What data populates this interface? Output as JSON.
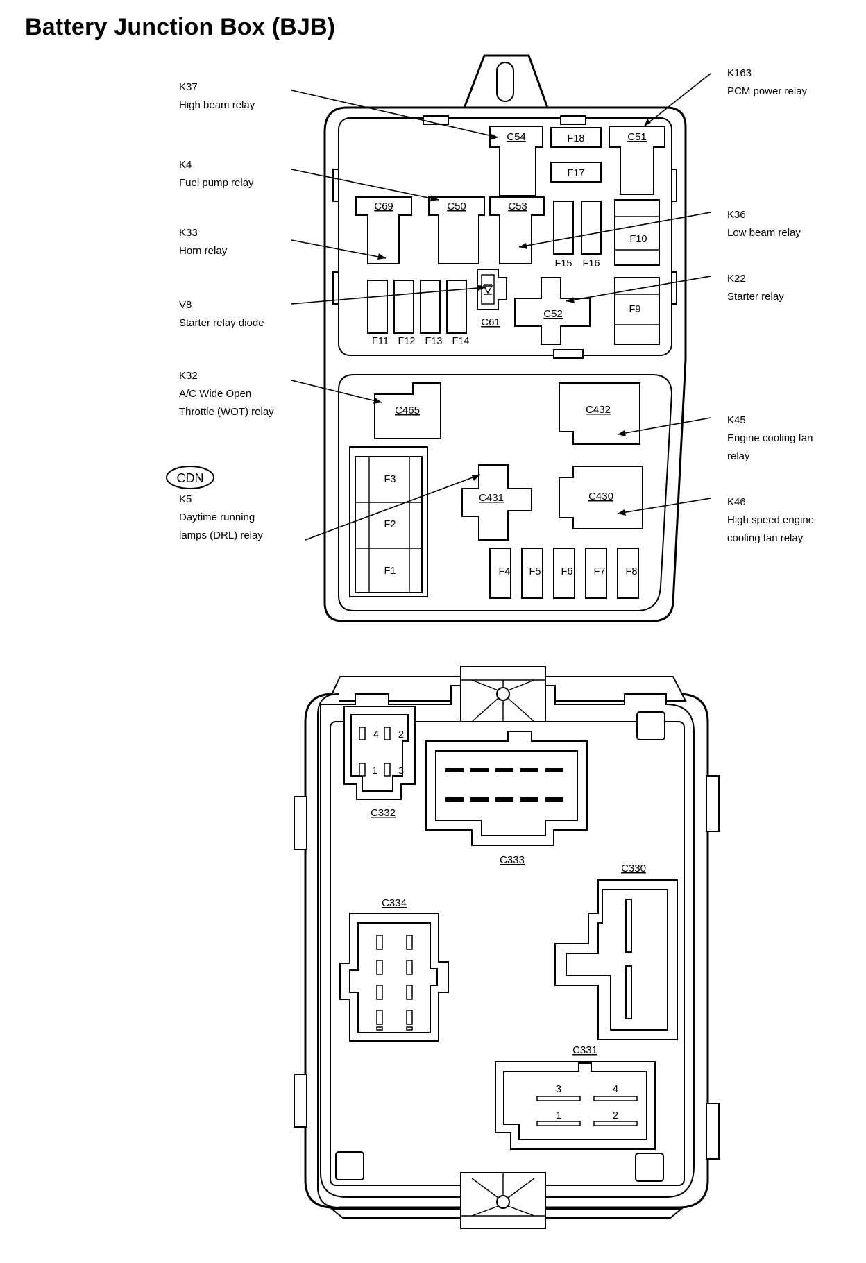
{
  "title": "Battery Junction Box (BJB)",
  "callouts": {
    "k37": {
      "code": "K37",
      "desc": "High beam relay"
    },
    "k4": {
      "code": "K4",
      "desc": "Fuel pump relay"
    },
    "k33": {
      "code": "K33",
      "desc": "Horn relay"
    },
    "v8": {
      "code": "V8",
      "desc": "Starter relay diode"
    },
    "k32": {
      "code": "K32",
      "line1": "A/C Wide Open",
      "line2": "Throttle (WOT) relay"
    },
    "cdn": "CDN",
    "k5": {
      "code": "K5",
      "line1": "Daytime running",
      "line2": "lamps (DRL) relay"
    },
    "k163": {
      "code": "K163",
      "desc": "PCM power relay"
    },
    "k36": {
      "code": "K36",
      "desc": "Low beam relay"
    },
    "k22": {
      "code": "K22",
      "desc": "Starter relay"
    },
    "k45": {
      "code": "K45",
      "line1": "Engine cooling fan",
      "line2": "relay"
    },
    "k46": {
      "code": "K46",
      "line1": "High speed engine",
      "line2": "cooling fan relay"
    }
  },
  "top_view": {
    "connectors": {
      "c54": "C54",
      "c51": "C51",
      "c69": "C69",
      "c50": "C50",
      "c53": "C53",
      "c61": "C61",
      "c52": "C52",
      "c465": "C465",
      "c432": "C432",
      "c431": "C431",
      "c430": "C430"
    },
    "fuses": {
      "f1": "F1",
      "f2": "F2",
      "f3": "F3",
      "f4": "F4",
      "f5": "F5",
      "f6": "F6",
      "f7": "F7",
      "f8": "F8",
      "f9": "F9",
      "f10": "F10",
      "f11": "F11",
      "f12": "F12",
      "f13": "F13",
      "f14": "F14",
      "f15": "F15",
      "f16": "F16",
      "f17": "F17",
      "f18": "F18"
    }
  },
  "bottom_view": {
    "c332": {
      "label": "C332",
      "pins": [
        "4",
        "2",
        "1",
        "3"
      ]
    },
    "c333": {
      "label": "C333"
    },
    "c330": {
      "label": "C330"
    },
    "c334": {
      "label": "C334"
    },
    "c331": {
      "label": "C331",
      "pins": [
        "3",
        "4",
        "1",
        "2"
      ]
    }
  }
}
